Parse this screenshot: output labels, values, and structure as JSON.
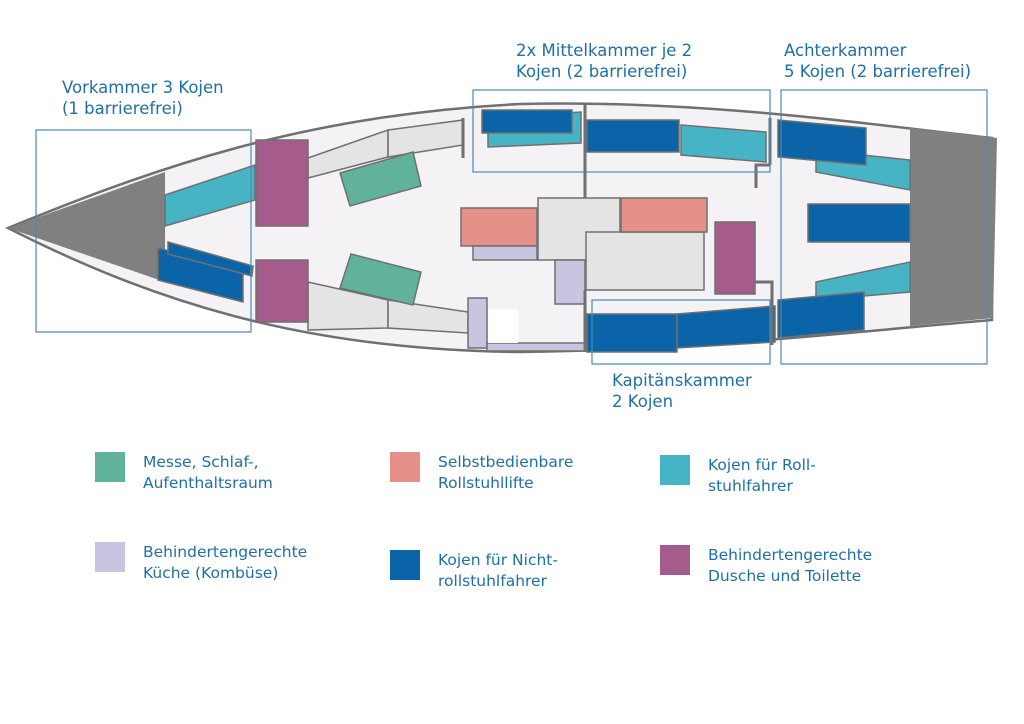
{
  "colors": {
    "messe": "#61b29d",
    "lift": "#e5918a",
    "roll_bunk": "#47b4c6",
    "kitchen": "#cbc4e1",
    "bunk": "#0b64a8",
    "shower": "#a65b8d",
    "hull_fill": "#f4f2f5",
    "hull_outline": "#707070",
    "hull_end": "#808080",
    "furniture": "#e4e4e4",
    "frame": "#4a8ab8",
    "text": "#1f6fa6"
  },
  "cabins": {
    "vorkammer": [
      "Vorkammer 3 Kojen",
      "(1 barrierefrei)"
    ],
    "mittelkammer": [
      "2x Mittelkammer je 2",
      "Kojen (2 barrierefrei)"
    ],
    "achterkammer": [
      "Achterkammer",
      "5 Kojen (2 barrierefrei)"
    ],
    "kapitaenskammer": [
      "Kapitänskammer",
      "2 Kojen"
    ]
  },
  "legend": [
    {
      "key": "messe",
      "icon": "messe-swatch",
      "lines": [
        "Messe, Schlaf-,",
        "Aufenthaltsraum"
      ]
    },
    {
      "key": "lift",
      "icon": "lift-swatch",
      "lines": [
        "Selbstbedienbare",
        "Rollstuhllifte"
      ]
    },
    {
      "key": "roll_bunk",
      "icon": "wheelchair-bunk-swatch",
      "lines": [
        "Kojen für Roll-",
        "stuhlfahrer"
      ]
    },
    {
      "key": "kitchen",
      "icon": "kitchen-swatch",
      "lines": [
        "Behindertengerechte",
        "Küche (Kombüse)"
      ]
    },
    {
      "key": "bunk",
      "icon": "bunk-swatch",
      "lines": [
        "Kojen für Nicht-",
        "rollstuhlfahrer"
      ]
    },
    {
      "key": "shower",
      "icon": "shower-swatch",
      "lines": [
        "Behindertengerechte",
        "Dusche und Toilette"
      ]
    }
  ]
}
